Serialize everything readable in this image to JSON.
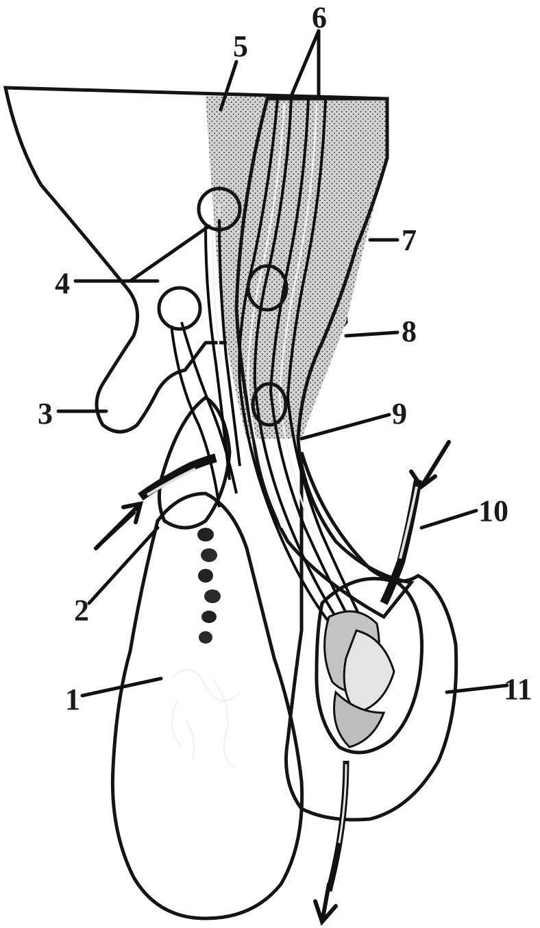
{
  "figure": {
    "labels": {
      "l1": "1",
      "l2": "2",
      "l3": "3",
      "l4": "4",
      "l5": "5",
      "l6": "6",
      "l7": "7",
      "l8": "8",
      "l9": "9",
      "l10": "10",
      "l11": "11"
    },
    "colors": {
      "ink": "#111111",
      "dark_lobe": "#161616",
      "stipple_light": "#e9e9e9",
      "stipple_mid": "#c9c9c9",
      "paper": "#ffffff"
    }
  }
}
